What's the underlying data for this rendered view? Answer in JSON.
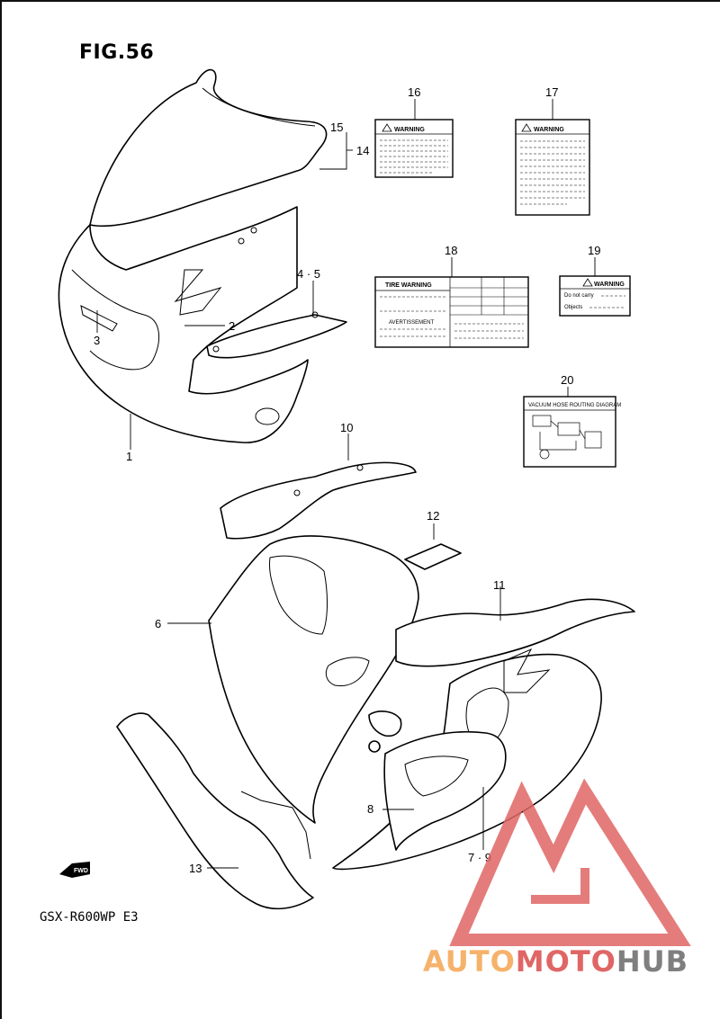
{
  "figure": {
    "title": "FIG.56",
    "model": "GSX-R600WP  E3"
  },
  "callouts": {
    "c1": "1",
    "c2": "2",
    "c3": "3",
    "c45": "4 · 5",
    "c6": "6",
    "c79": "7 · 9",
    "c8": "8",
    "c10": "10",
    "c11": "11",
    "c12": "12",
    "c13": "13",
    "c14": "14",
    "c15": "15",
    "c16": "16",
    "c17": "17",
    "c18": "18",
    "c19": "19",
    "c20": "20"
  },
  "labels": {
    "warning": "WARNING",
    "tire_warning": "TIRE WARNING",
    "avertissement": "AVERTISSEMENT",
    "do_not_carry": "Do not carry",
    "objects": "Objects",
    "vacuum": "VACUUM HOSE ROUTING DIAGRAM"
  },
  "fwd": "FWD",
  "logo": {
    "part_a": "AUTO",
    "part_b": "MOTO",
    "part_c": "HUB",
    "colors": {
      "auto": "#f6b26b",
      "moto": "#e06666",
      "hub": "#7f7f7f",
      "triangle": "#e06666"
    }
  }
}
